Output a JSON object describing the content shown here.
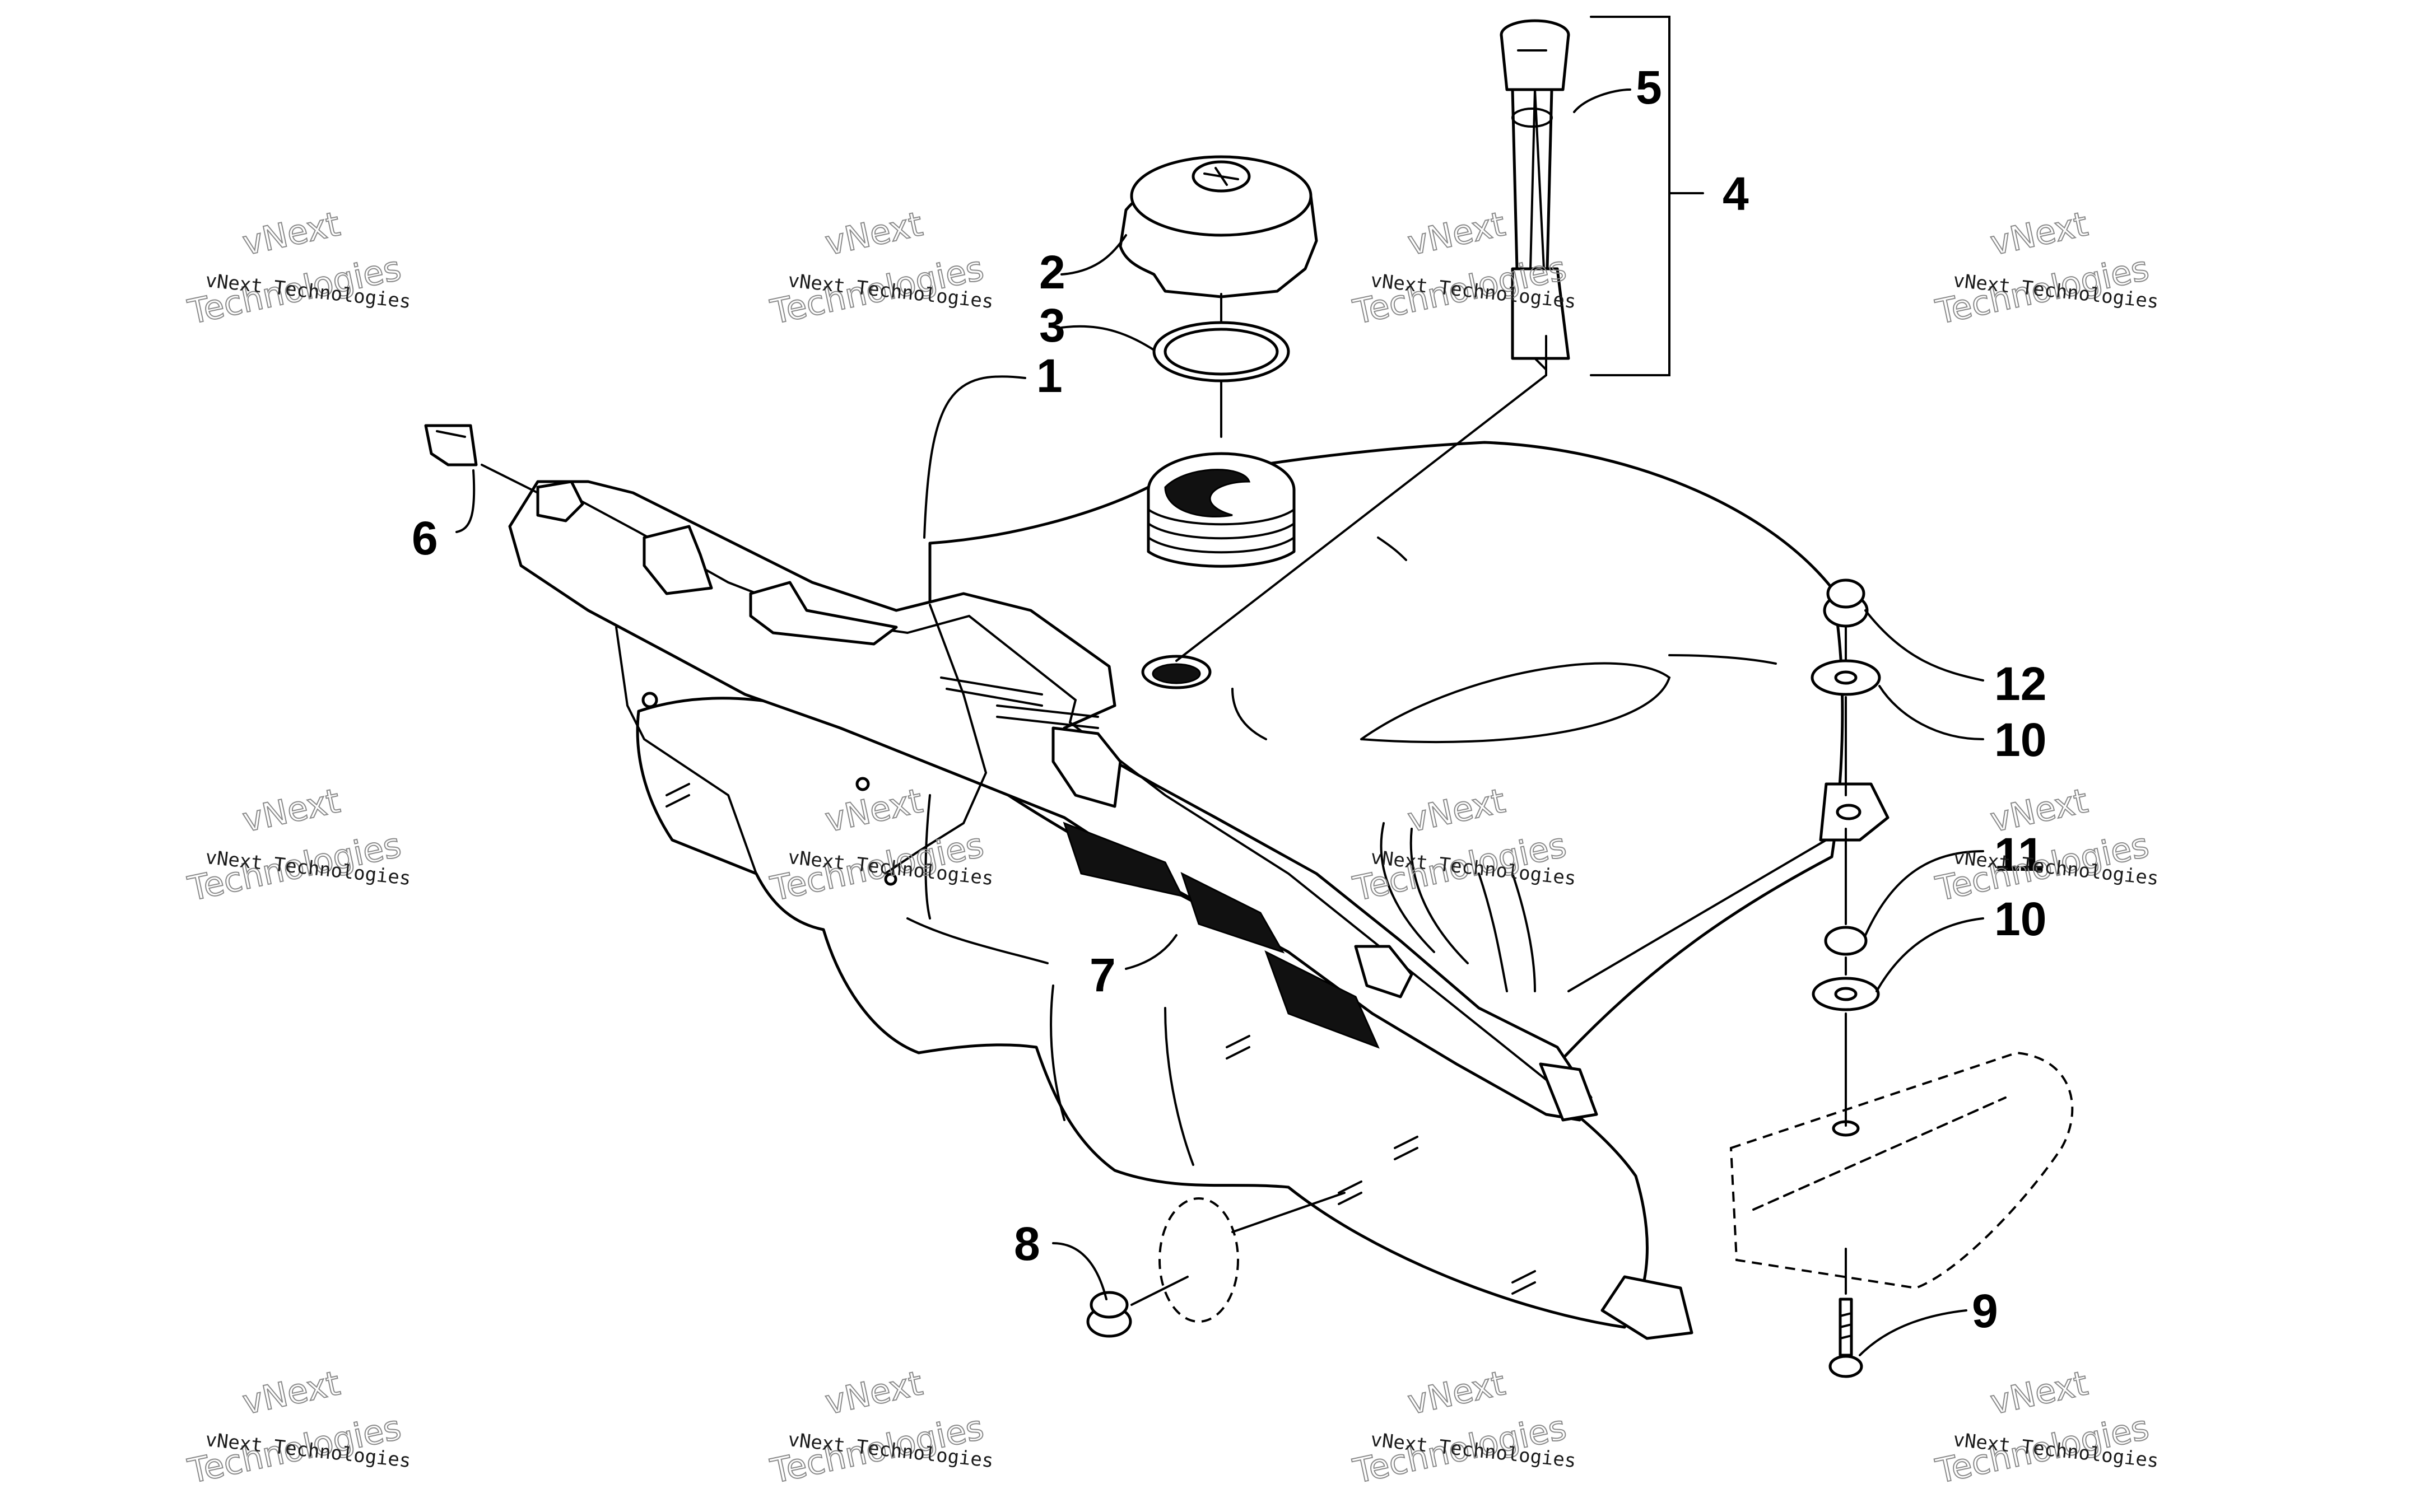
{
  "callouts": {
    "c1": "1",
    "c2": "2",
    "c3": "3",
    "c4": "4",
    "c5": "5",
    "c6": "6",
    "c7": "7",
    "c8": "8",
    "c9": "9",
    "c10a": "10",
    "c10b": "10",
    "c11": "11",
    "c12": "12"
  },
  "watermark": {
    "company_line": "vNext Technologies",
    "brand_line1": "vNext",
    "brand_line2": "Technologies"
  }
}
